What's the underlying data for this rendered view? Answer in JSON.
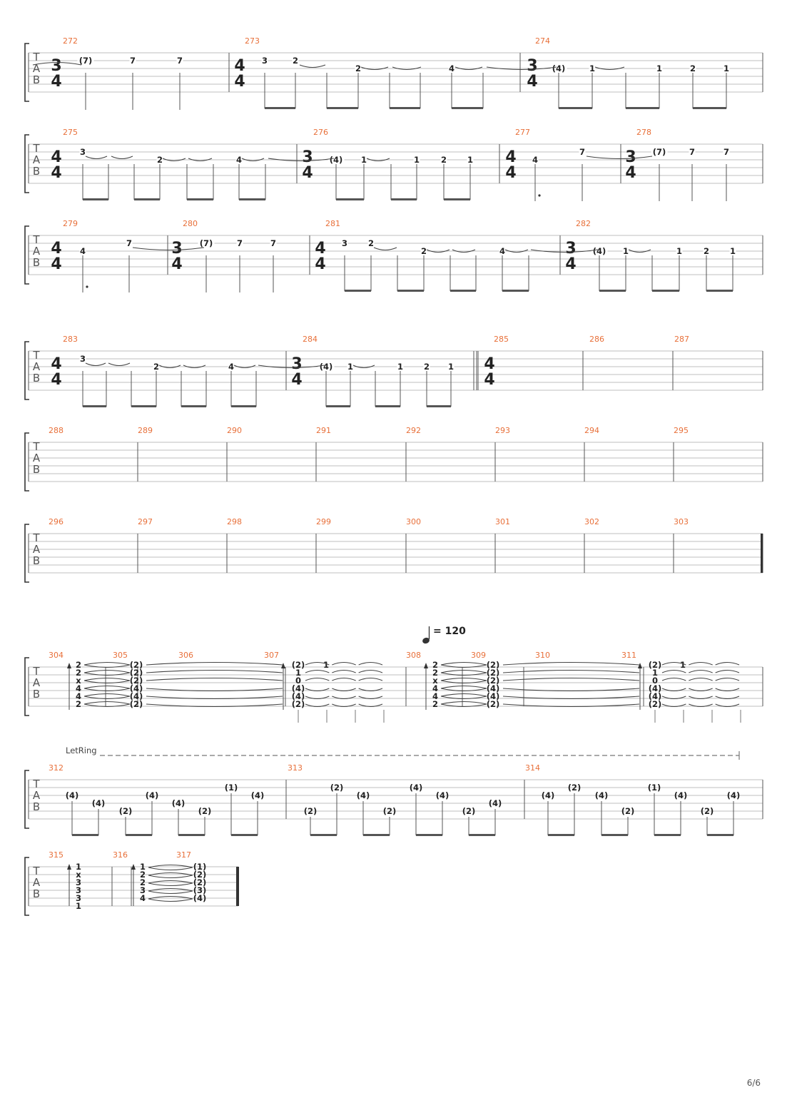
{
  "page": {
    "number": "6/6"
  },
  "tab_letters": [
    "T",
    "A",
    "B"
  ],
  "tempo": {
    "bpm_text": "= 120",
    "bpm": 120
  },
  "let_ring": {
    "label": "LetRing"
  },
  "systems": [
    {
      "measures": [
        "272",
        "273",
        "274"
      ],
      "time_signatures": [
        "3/4",
        "4/4",
        "3/4"
      ],
      "frets": [
        "(7)",
        "7",
        "7",
        "3",
        "2",
        "2",
        "4",
        "(4)",
        "1",
        "1",
        "2",
        "1"
      ]
    },
    {
      "measures": [
        "275",
        "276",
        "277",
        "278"
      ],
      "time_signatures": [
        "4/4",
        "3/4",
        "4/4",
        "3/4"
      ],
      "frets": [
        "3",
        "2",
        "4",
        "(4)",
        "1",
        "1",
        "2",
        "1",
        "4",
        "7",
        "(7)",
        "7",
        "7"
      ]
    },
    {
      "measures": [
        "279",
        "280",
        "281",
        "282"
      ],
      "time_signatures": [
        "4/4",
        "3/4",
        "4/4",
        "3/4"
      ],
      "frets": [
        "4",
        "7",
        "(7)",
        "7",
        "7",
        "3",
        "2",
        "2",
        "4",
        "(4)",
        "1",
        "1",
        "2",
        "1"
      ]
    },
    {
      "measures": [
        "283",
        "284",
        "285",
        "286",
        "287"
      ],
      "time_signatures": [
        "4/4",
        "3/4",
        "4/4"
      ],
      "frets": [
        "3",
        "2",
        "4",
        "(4)",
        "1",
        "1",
        "2",
        "1"
      ]
    },
    {
      "measures": [
        "288",
        "289",
        "290",
        "291",
        "292",
        "293",
        "294",
        "295"
      ],
      "time_signatures": [],
      "frets": []
    },
    {
      "measures": [
        "296",
        "297",
        "298",
        "299",
        "300",
        "301",
        "302",
        "303"
      ],
      "time_signatures": [],
      "frets": []
    },
    {
      "measures": [
        "304",
        "305",
        "306",
        "307",
        "308",
        "309",
        "310",
        "311"
      ],
      "time_signatures": [],
      "chords": [
        [
          "2",
          "2",
          "x",
          "4",
          "4",
          "2"
        ],
        [
          "(2)",
          "(2)",
          "(2)",
          "(4)",
          "(4)",
          "(2)"
        ],
        [
          "(2)",
          "1",
          "0",
          "(4)",
          "(4)",
          "(2)"
        ],
        [
          "1"
        ],
        [
          "2",
          "2",
          "x",
          "4",
          "4",
          "2"
        ],
        [
          "(2)",
          "(2)",
          "(2)",
          "(4)",
          "(4)",
          "(2)"
        ],
        [
          "(2)",
          "1",
          "0",
          "(4)",
          "(4)",
          "(2)"
        ],
        [
          "1"
        ]
      ]
    },
    {
      "measures": [
        "312",
        "313",
        "314"
      ],
      "time_signatures": [],
      "frets": [
        "(4)",
        "(4)",
        "(2)",
        "(4)",
        "(4)",
        "(2)",
        "(1)",
        "(4)",
        "(2)",
        "(2)",
        "(4)",
        "(2)",
        "(4)",
        "(4)",
        "(2)",
        "(4)",
        "(4)",
        "(2)",
        "(4)",
        "(2)",
        "(1)",
        "(4)",
        "(2)",
        "(4)"
      ]
    },
    {
      "measures": [
        "315",
        "316",
        "317"
      ],
      "time_signatures": [],
      "chords": [
        [
          "1",
          "x",
          "3",
          "3",
          "3",
          "1"
        ],
        [
          "1",
          "2",
          "2",
          "3",
          "4"
        ],
        [
          "(1)",
          "(2)",
          "(2)",
          "(3)",
          "(4)"
        ]
      ]
    }
  ]
}
